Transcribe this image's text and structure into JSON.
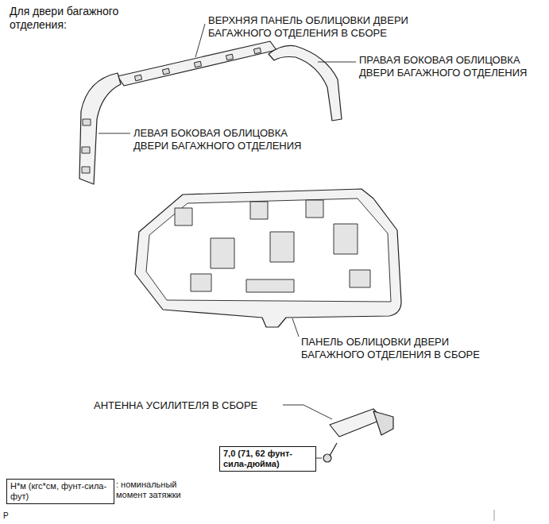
{
  "diagram": {
    "title": "Для двери багажного отделения:",
    "nodes": [
      {
        "text": [
          "7,0 (71, 62 фунт-сила-дюйма)"
        ]
      },
      {
        "text": [
          "Н*м (кгс*см, фунт-сила-фут)"
        ]
      }
    ],
    "labels": [
      "ВЕРХНЯЯ ПАНЕЛЬ ОБЛИЦОВКИ ДВЕРИ БАГАЖНОГО ОТДЕЛЕНИЯ В СБОРЕ",
      "ПРАВАЯ БОКОВАЯ ОБЛИЦОВКА ДВЕРИ БАГАЖНОГО ОТДЕЛЕНИЯ",
      "ЛЕВАЯ БОКОВАЯ ОБЛИЦОВКА ДВЕРИ БАГАЖНОГО ОТДЕЛЕНИЯ",
      "ПАНЕЛЬ ОБЛИЦОВКИ ДВЕРИ БАГАЖНОГО ОТДЕЛЕНИЯ В СБОРЕ",
      "АНТЕННА УСИЛИТЕЛЯ В СБОРЕ",
      ": номинальный момент затяжки",
      "P"
    ]
  }
}
